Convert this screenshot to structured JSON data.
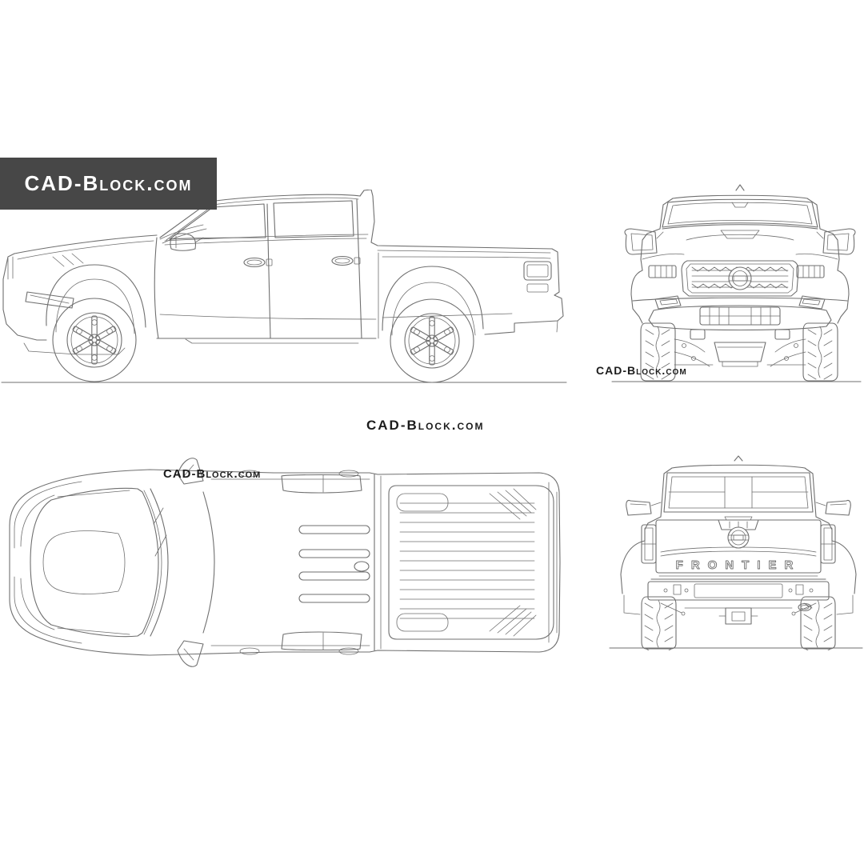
{
  "page": {
    "background_color": "#ffffff",
    "line_color": "#6f6f6f"
  },
  "branding": {
    "logo_text": "CAD-Block.com",
    "background_color": "#474747",
    "text_color": "#ffffff"
  },
  "watermarks": {
    "center": "CAD-Block.com",
    "top_view": "CAD-Block.com",
    "front_view": "CAD-Block.com"
  },
  "rear_view": {
    "tailgate_text": "FRONTIER"
  }
}
